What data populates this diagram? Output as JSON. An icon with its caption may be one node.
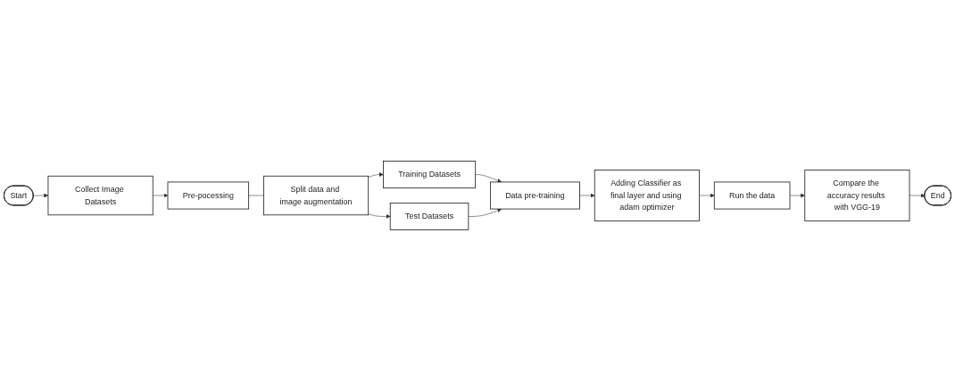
{
  "diagram": {
    "nodes": [
      {
        "text": [
          "Start"
        ]
      },
      {
        "text": [
          "Collect Image Datasets"
        ]
      },
      {
        "text": [
          "Pre-pocessing"
        ]
      },
      {
        "text": [
          "Split data and image augmentation"
        ]
      },
      {
        "text": [
          "Training Datasets"
        ]
      },
      {
        "text": [
          "Test Datasets"
        ]
      },
      {
        "text": [
          "Data pre-training"
        ]
      },
      {
        "text": [
          "Adding Classifier as final layer and using adam optimizer"
        ]
      },
      {
        "text": [
          "Run the data"
        ]
      },
      {
        "text": [
          "Compare the accuracy results with VGG-19"
        ]
      },
      {
        "text": [
          "End"
        ]
      }
    ],
    "edges": [
      {
        "from": 0,
        "to": 1,
        "arrow": "to"
      },
      {
        "from": 1,
        "to": 2,
        "arrow": "to"
      },
      {
        "from": 2,
        "to": 3,
        "arrow": "none"
      },
      {
        "from": 3,
        "to": 4,
        "arrow": "to"
      },
      {
        "from": 3,
        "to": 5,
        "arrow": "to"
      },
      {
        "from": 4,
        "to": 6,
        "arrow": "to"
      },
      {
        "from": 5,
        "to": 6,
        "arrow": "to"
      },
      {
        "from": 6,
        "to": 7,
        "arrow": "to"
      },
      {
        "from": 7,
        "to": 8,
        "arrow": "to"
      },
      {
        "from": 8,
        "to": 9,
        "arrow": "to"
      },
      {
        "from": 9,
        "to": 10,
        "arrow": "to"
      }
    ]
  }
}
